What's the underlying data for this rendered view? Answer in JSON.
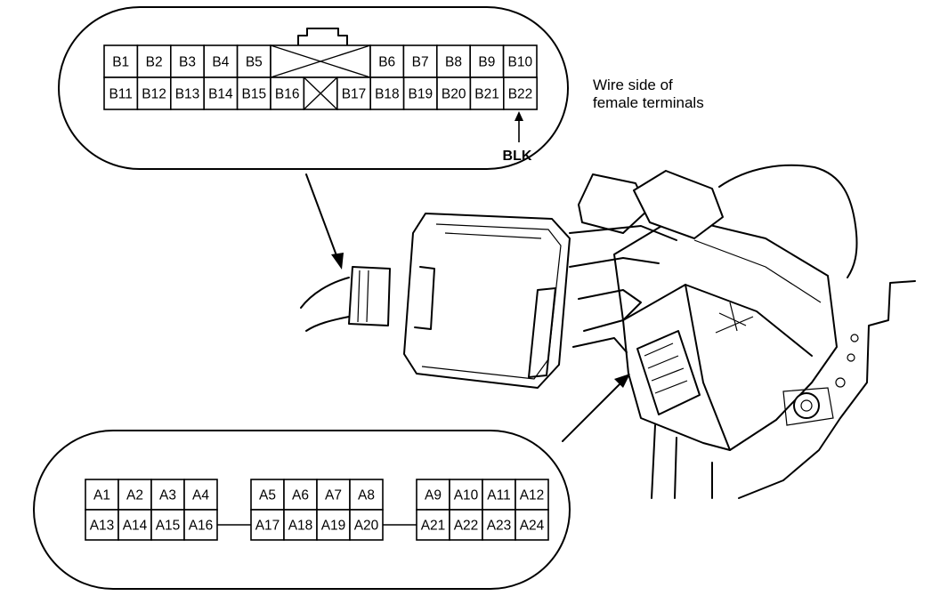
{
  "connector_b": {
    "row1": [
      "B1",
      "B2",
      "B3",
      "B4",
      "B5",
      "",
      "B6",
      "B7",
      "B8",
      "B9",
      "B10"
    ],
    "row2": [
      "B11",
      "B12",
      "B13",
      "B14",
      "B15",
      "B16",
      "",
      "B17",
      "B18",
      "B19",
      "B20",
      "B21",
      "B22"
    ]
  },
  "connector_a": {
    "group1": {
      "row1": [
        "A1",
        "A2",
        "A3",
        "A4"
      ],
      "row2": [
        "A13",
        "A14",
        "A15",
        "A16"
      ]
    },
    "group2": {
      "row1": [
        "A5",
        "A6",
        "A7",
        "A8"
      ],
      "row2": [
        "A17",
        "A18",
        "A19",
        "A20"
      ]
    },
    "group3": {
      "row1": [
        "A9",
        "A10",
        "A11",
        "A12"
      ],
      "row2": [
        "A21",
        "A22",
        "A23",
        "A24"
      ]
    }
  },
  "caption": {
    "line1": "Wire side of",
    "line2": "female terminals"
  },
  "wire_color_label": "BLK"
}
